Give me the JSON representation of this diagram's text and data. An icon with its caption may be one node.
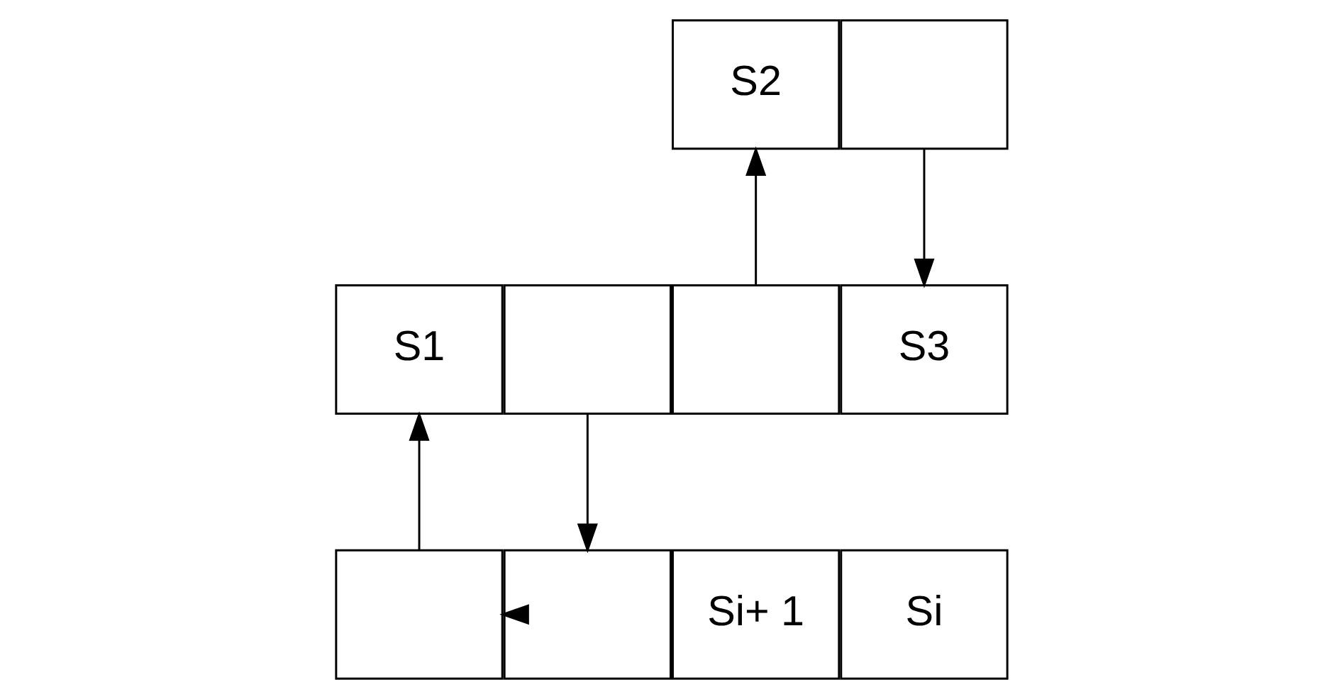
{
  "diagram": {
    "nodes": [
      {
        "text": [
          "S2"
        ]
      },
      {
        "text": [],
        "shape": "box"
      },
      {
        "text": [
          "S1"
        ]
      },
      {
        "text": [],
        "shape": "box"
      },
      {
        "text": [
          "S3"
        ]
      },
      {
        "text": [],
        "shape": "box"
      },
      {
        "text": [
          "Si+ 1"
        ]
      },
      {
        "text": [],
        "shape": "box"
      },
      {
        "text": [
          "Si"
        ]
      },
      {
        "text": [],
        "shape": "box"
      }
    ],
    "edges": [
      {
        "from": 3,
        "to": 0,
        "arrow": "to"
      },
      {
        "from": 1,
        "to": 4,
        "arrow": "to"
      },
      {
        "from": 5,
        "to": 9,
        "arrow": "to"
      },
      {
        "from": 9,
        "to": 7,
        "arrow": "to"
      },
      {
        "from": 7,
        "to": 2,
        "arrow": "to"
      }
    ]
  }
}
